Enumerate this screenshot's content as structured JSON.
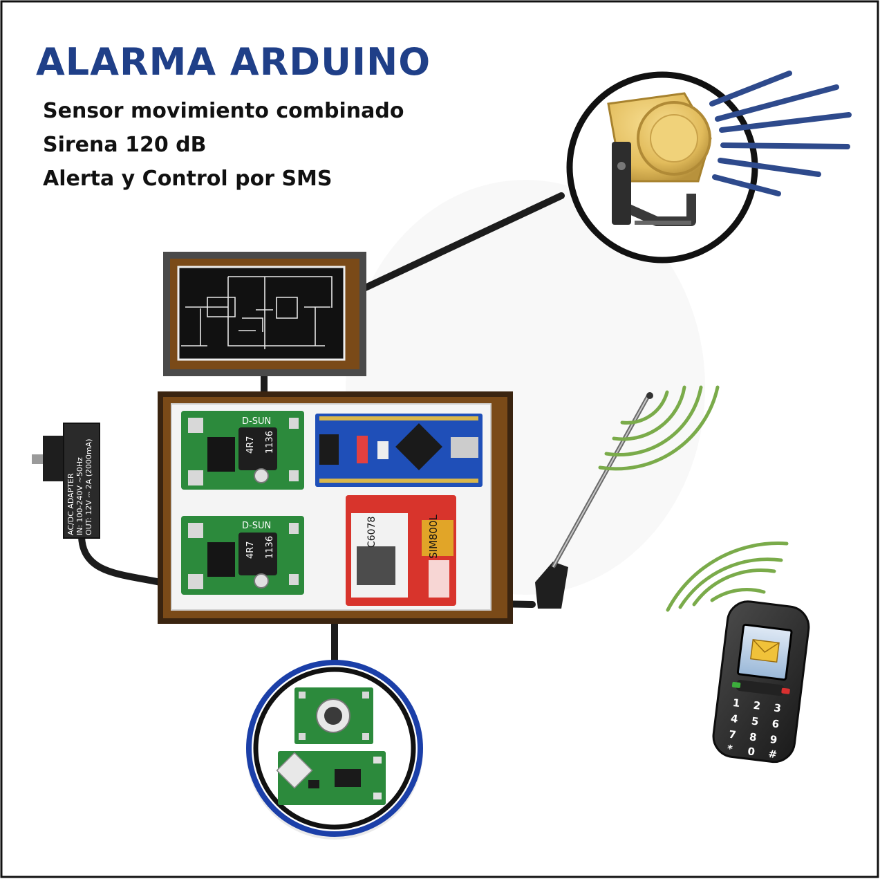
{
  "header": {
    "title": "ALARMA ARDUINO",
    "features": [
      "Sensor movimiento combinado",
      "Sirena 120 dB",
      "Alerta y Control por SMS"
    ]
  },
  "modules": {
    "buck_converter": {
      "brand": "D-SUN",
      "inductor_top": "4R7",
      "inductor_bottom": "1136"
    },
    "gsm_module": {
      "label": "SIM800L",
      "code": "C6078"
    },
    "power_adapter": {
      "line1": "AC/DC ADAPTER",
      "line2": "IN: 100-240V ~50Hz",
      "line3": "OUT: 12V ⎓ 2A (2000mA)"
    },
    "phone_keys": [
      "1",
      "2",
      "3",
      "4",
      "5",
      "6",
      "7",
      "8",
      "9",
      "*",
      "0",
      "#"
    ]
  },
  "colors": {
    "title_blue": "#1f3f88",
    "siren_waves": "#2e4a8c",
    "signal_waves": "#7aab4a",
    "frame_brown": "#7a4a18",
    "pcb_green": "#2c8a3c",
    "nano_blue": "#1f4fb8",
    "gsm_red": "#d8342c",
    "siren_yellow": "#e8c56a",
    "sensor_ring": "#1b3fa8"
  },
  "icons": [
    "siren-icon",
    "schematic-icon",
    "antenna-icon",
    "phone-icon",
    "envelope-icon",
    "power-adapter-icon",
    "motion-sensor-icon"
  ]
}
